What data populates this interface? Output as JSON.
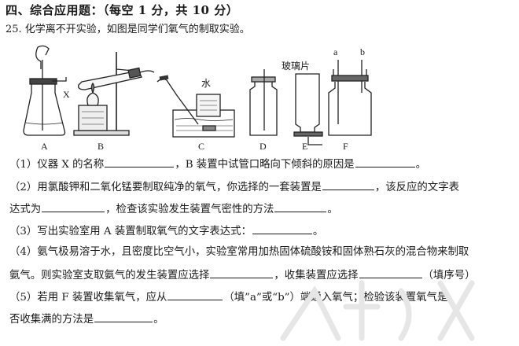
{
  "section": {
    "title": "四、综合应用题：（每空 1 分，共 10 分）"
  },
  "question": {
    "stem": "25. 化学离不开实验，如图是同学们氧气的制取实验。"
  },
  "figure": {
    "labels": {
      "A": "A",
      "B": "B",
      "C": "C",
      "D": "D",
      "E": "E",
      "F": "F"
    },
    "x_label": "X",
    "water_label": "水",
    "glass_label": "玻璃片",
    "port_a": "a",
    "port_b": "b"
  },
  "items": {
    "q1": {
      "p1": "（1）仪器 X 的名称",
      "p2": "，B 装置中试管口略向下倾斜的原因是",
      "p3": "。"
    },
    "q2": {
      "line1": {
        "p1": "（2）用氯酸钾和二氧化锰要制取纯净的氧气，你选择的一套装置是",
        "p2": "，该反应的文字表"
      },
      "line2": {
        "p1": "达式为",
        "p2": "，检查该实验发生装置气密性的方法",
        "p3": "。"
      }
    },
    "q3": {
      "p1": "（3）写出实验室用 A 装置制取氧气的文字表达式：",
      "p2": "。"
    },
    "q4": {
      "line1": "（4）氨气极易溶于水，且密度比空气小，实验室常用加热固体硫酸铵和固体熟石灰的混合物来制取",
      "line2": {
        "p1": "氨气。则实验室支取氨气的发生装置应选择",
        "p2": "，收集装置应选择",
        "p3": "（填序号）"
      }
    },
    "q5": {
      "line1": {
        "p1": "（5）若用 F 装置收集氧气，应从",
        "p2": "（填”a”或“b”）端通入氧气；检验该装置氧气是"
      },
      "line2": {
        "p1": "否收集满的方法是",
        "p2": "。"
      }
    }
  }
}
